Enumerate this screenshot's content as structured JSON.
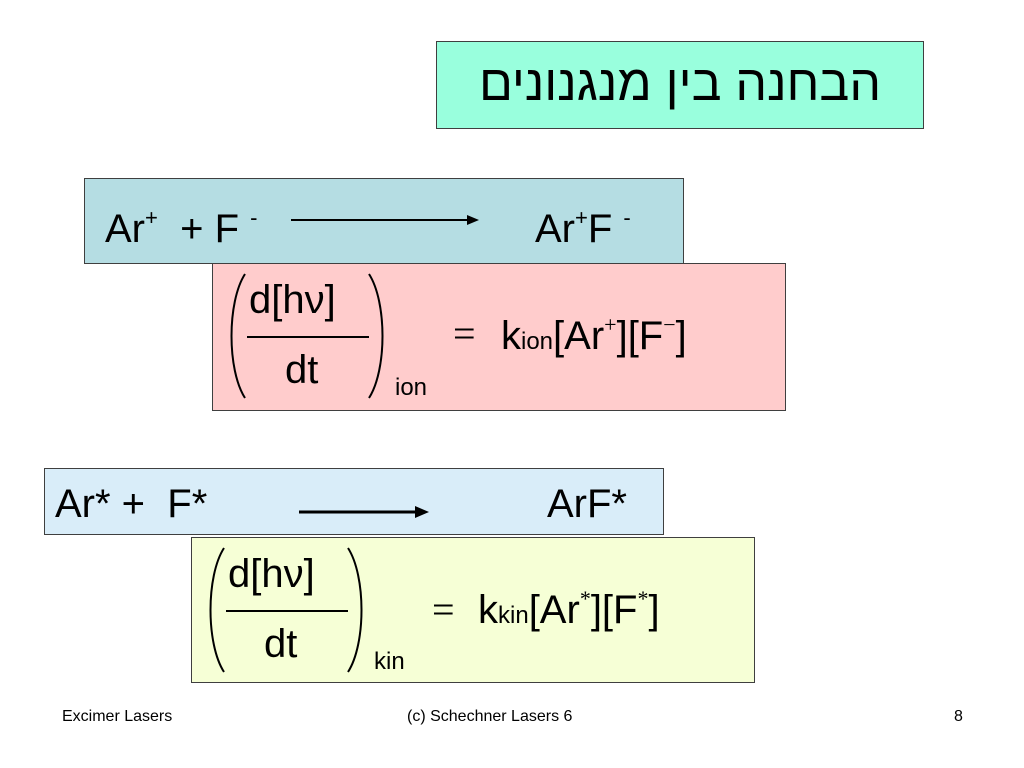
{
  "title": "הבחנה בין מנגנונים",
  "reaction_ion": {
    "r1": "Ar",
    "r1_sup": "+",
    "plus": "+ F",
    "r2_sup": "-",
    "p": "Ar",
    "p_sup1": "+",
    "p_mid": "F",
    "p_sup2": "-"
  },
  "rate_ion": {
    "numerator": "d[hν]",
    "denominator": "dt",
    "subscript": "ion",
    "equals": "=",
    "k": "k",
    "k_sub": "ion",
    "rhs_open": "[Ar",
    "rhs_sup1": "+",
    "rhs_mid": "][F",
    "rhs_sup2": "−",
    "rhs_close": "]"
  },
  "reaction_kin": {
    "left": "Ar* +  F*",
    "right": "ArF*"
  },
  "rate_kin": {
    "numerator": "d[hν]",
    "denominator": "dt",
    "subscript": "kin",
    "equals": "=",
    "k": "k",
    "k_sub": "kin",
    "rhs_open": "[Ar",
    "rhs_sup1": "*",
    "rhs_mid": "][F",
    "rhs_sup2": "*",
    "rhs_close": "]"
  },
  "footer": {
    "left": "Excimer Lasers",
    "center": "(c) Schechner  Lasers 6",
    "right": "8"
  }
}
